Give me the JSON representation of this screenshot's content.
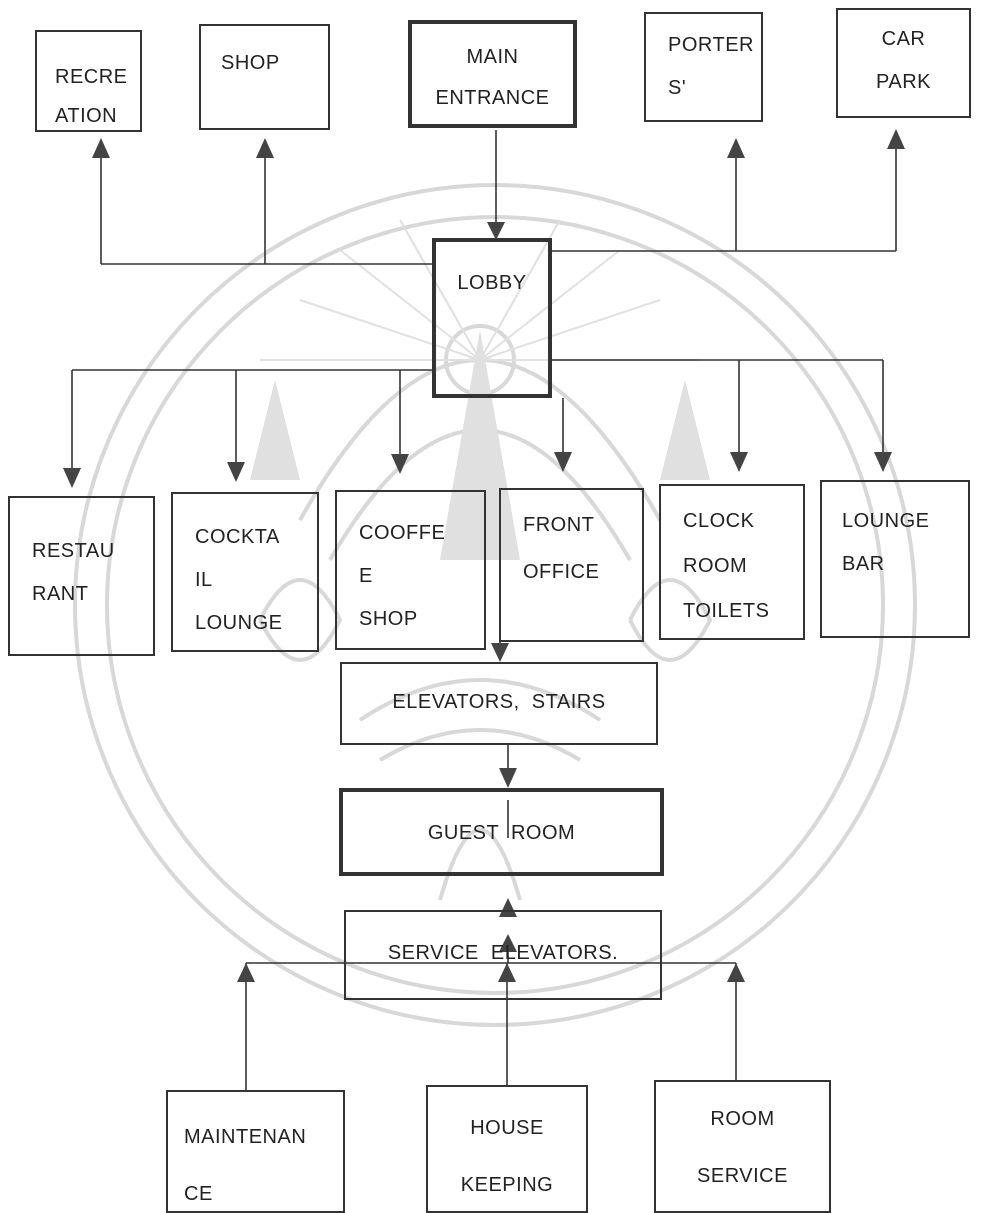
{
  "diagram": {
    "nodes": {
      "recreation": {
        "lines": [
          "RECRE",
          "ATION"
        ]
      },
      "shop": {
        "lines": [
          "SHOP"
        ]
      },
      "main_entrance": {
        "lines": [
          "MAIN",
          "ENTRANCE"
        ]
      },
      "porters": {
        "lines": [
          "PORTER",
          "S'"
        ]
      },
      "car_park": {
        "lines": [
          "CAR",
          "PARK"
        ]
      },
      "lobby": {
        "lines": [
          "LOBBY"
        ]
      },
      "restaurant": {
        "lines": [
          "RESTAU",
          "RANT"
        ]
      },
      "cocktail_lounge": {
        "lines": [
          "COCKTA",
          "IL",
          "LOUNGE"
        ]
      },
      "coffee_shop": {
        "lines": [
          "COOFFE",
          "E",
          "SHOP"
        ]
      },
      "front_office": {
        "lines": [
          "FRONT",
          "OFFICE"
        ]
      },
      "clock_room": {
        "lines": [
          "CLOCK",
          "ROOM",
          "TOILETS"
        ]
      },
      "lounge_bar": {
        "lines": [
          "LOUNGE",
          "BAR"
        ]
      },
      "elevators_stairs": {
        "lines": [
          "ELEVATORS,  STAIRS"
        ]
      },
      "guest_room": {
        "lines": [
          "GUEST  ROOM"
        ]
      },
      "service_elevators": {
        "lines": [
          "SERVICE  ELEVATORS."
        ]
      },
      "maintenance": {
        "lines": [
          "MAINTENAN",
          "CE"
        ]
      },
      "housekeeping": {
        "lines": [
          "HOUSE",
          "KEEPING"
        ]
      },
      "room_service": {
        "lines": [
          "ROOM",
          "SERVICE"
        ]
      }
    },
    "colors": {
      "line": "#333333",
      "watermark": "#d6d6d6"
    }
  }
}
